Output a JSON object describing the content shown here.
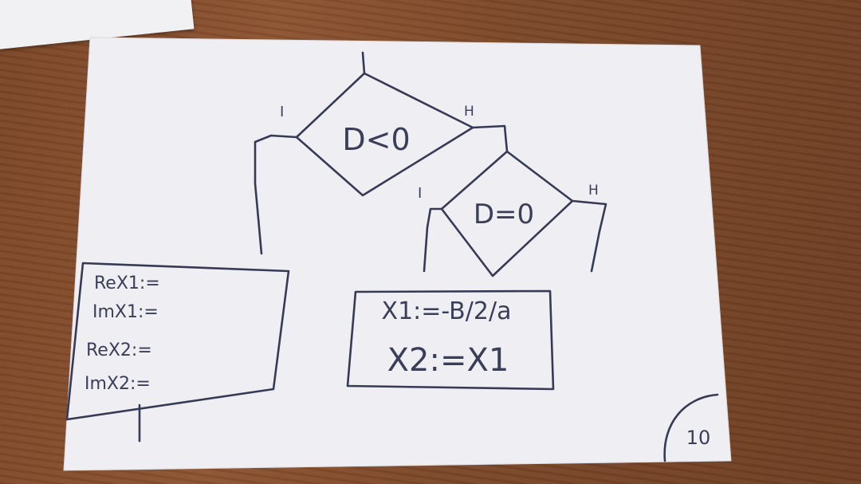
{
  "diagram": {
    "top_condition": "D<0",
    "top_yes_label": "I",
    "top_no_label": "H",
    "second_condition": "D=0",
    "second_yes_label": "I",
    "second_no_label": "H",
    "assignment_box": {
      "line1": "X1:=-B/2/a",
      "line2": "X2:=X1"
    },
    "left_box": {
      "line1": "ReX1:=",
      "line2": "ImX1:=",
      "line3": "ReX2:=",
      "line4": "ImX2:="
    },
    "page_number": "10"
  }
}
